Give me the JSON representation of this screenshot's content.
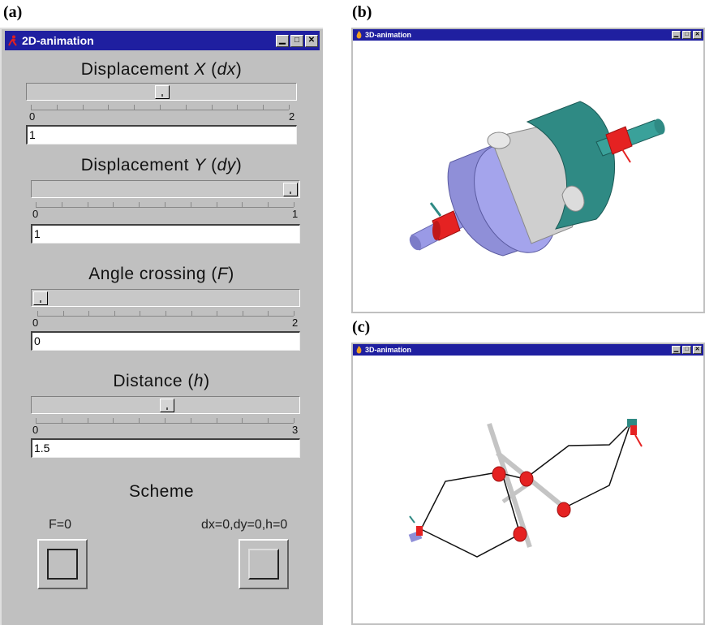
{
  "labels": {
    "a": "(a)",
    "b": "(b)",
    "c": "(c)"
  },
  "window_2d": {
    "title": "2D-animation",
    "controls": [
      {
        "title_pre": "Displacement ",
        "title_var": "X",
        "title_paren_var": "dx",
        "min": "0",
        "max": "2",
        "value": "1"
      },
      {
        "title_pre": "Displacement ",
        "title_var": "Y",
        "title_paren_var": "dy",
        "min": "0",
        "max": "1",
        "value": "1"
      },
      {
        "title_pre": "Angle crossing  ",
        "title_var": "",
        "title_paren_var": "F",
        "min": "0",
        "max": "2",
        "value": "0"
      },
      {
        "title_pre": "Distance ",
        "title_var": "",
        "title_paren_var": "h",
        "min": "0",
        "max": "3",
        "value": "1.5"
      }
    ],
    "scheme": {
      "title": "Scheme",
      "left_caption": "F=0",
      "right_caption": "dx=0,dy=0,h=0"
    }
  },
  "window_3d_b": {
    "title": "3D-animation"
  },
  "window_3d_c": {
    "title": "3D-animation"
  },
  "colors": {
    "titlebar": "#1f1fa0",
    "window_gray": "#c0c0c0",
    "lavender": "#8f8fd8",
    "teal": "#2f8a84",
    "red": "#e01818",
    "silver": "#c8c8c8"
  }
}
